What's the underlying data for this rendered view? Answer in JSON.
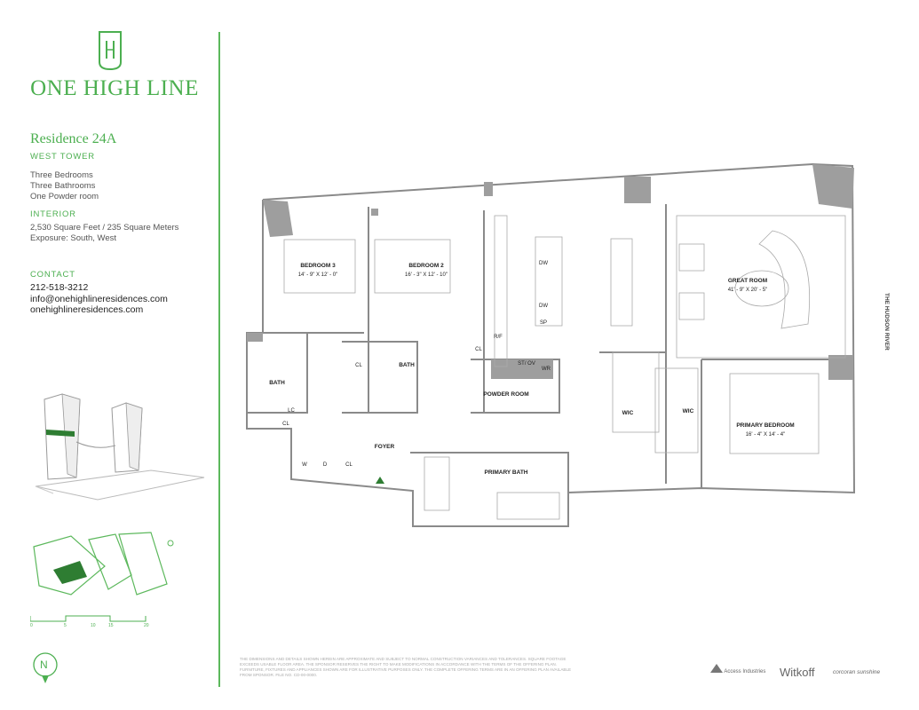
{
  "brand": {
    "name": "ONE HIGH LINE",
    "monogram": "1|1"
  },
  "residence": {
    "title": "Residence 24A",
    "tower": "WEST TOWER",
    "features": [
      "Three Bedrooms",
      "Three Bathrooms",
      "One Powder room"
    ]
  },
  "interior": {
    "heading": "INTERIOR",
    "lines": [
      "2,530 Square Feet / 235 Square Meters",
      "Exposure: South, West"
    ]
  },
  "contact": {
    "heading": "CONTACT",
    "phone": "212-518-3212",
    "email": "info@onehighlineresidences.com",
    "website": "onehighlineresidences.com"
  },
  "compass": {
    "label": "N"
  },
  "scale": {
    "ticks": [
      "0",
      "5",
      "10",
      "15",
      "20"
    ]
  },
  "plan": {
    "river_label": "THE HUDSON RIVER",
    "rooms": {
      "bedroom3": {
        "name": "BEDROOM 3",
        "dims": "14' - 9\" X 12' - 0\""
      },
      "bedroom2": {
        "name": "BEDROOM 2",
        "dims": "16' - 3\" X 12' - 10\""
      },
      "great_room": {
        "name": "GREAT ROOM",
        "dims": "41' - 9\" X 20' - 5\""
      },
      "primary_bedroom": {
        "name": "PRIMARY BEDROOM",
        "dims": "16' - 4\" X 14' - 4\""
      },
      "bath1": "BATH",
      "bath2": "BATH",
      "powder_room": "POWDER ROOM",
      "primary_bath": "PRIMARY BATH",
      "foyer": "FOYER",
      "wic1": "WIC",
      "wic2": "WIC"
    },
    "fixtures": {
      "cl_a": "CL",
      "cl_b": "CL",
      "cl_c": "CL",
      "cl_d": "CL",
      "lc": "LC",
      "w": "W",
      "d": "D",
      "dw1": "DW",
      "dw2": "DW",
      "sp": "SP",
      "rf": "R/F",
      "stov": "ST/ OV",
      "wr": "WR"
    }
  },
  "disclaimer": "THE DIMENSIONS AND DETAILS SHOWN HEREIN ARE APPROXIMATE AND SUBJECT TO NORMAL CONSTRUCTION VARIANCES AND TOLERANCES. SQUARE FOOTAGE EXCEEDS USABLE FLOOR AREA. THE SPONSOR RESERVES THE RIGHT TO MAKE MODIFICATIONS IN ACCORDANCE WITH THE TERMS OF THE OFFERING PLAN. FURNITURE, FIXTURES AND APPLIANCES SHOWN ARE FOR ILLUSTRATIVE PURPOSES ONLY. THE COMPLETE OFFERING TERMS ARE IN AN OFFERING PLAN AVAILABLE FROM SPONSOR. FILE NO. CD-00-0000.",
  "footer_logos": [
    "Access Industries",
    "Witkoff",
    "corcoran sunshine"
  ],
  "colors": {
    "accent": "#4caf50",
    "wall": "#9e9e9e",
    "wall_dark": "#8a8a8a"
  }
}
